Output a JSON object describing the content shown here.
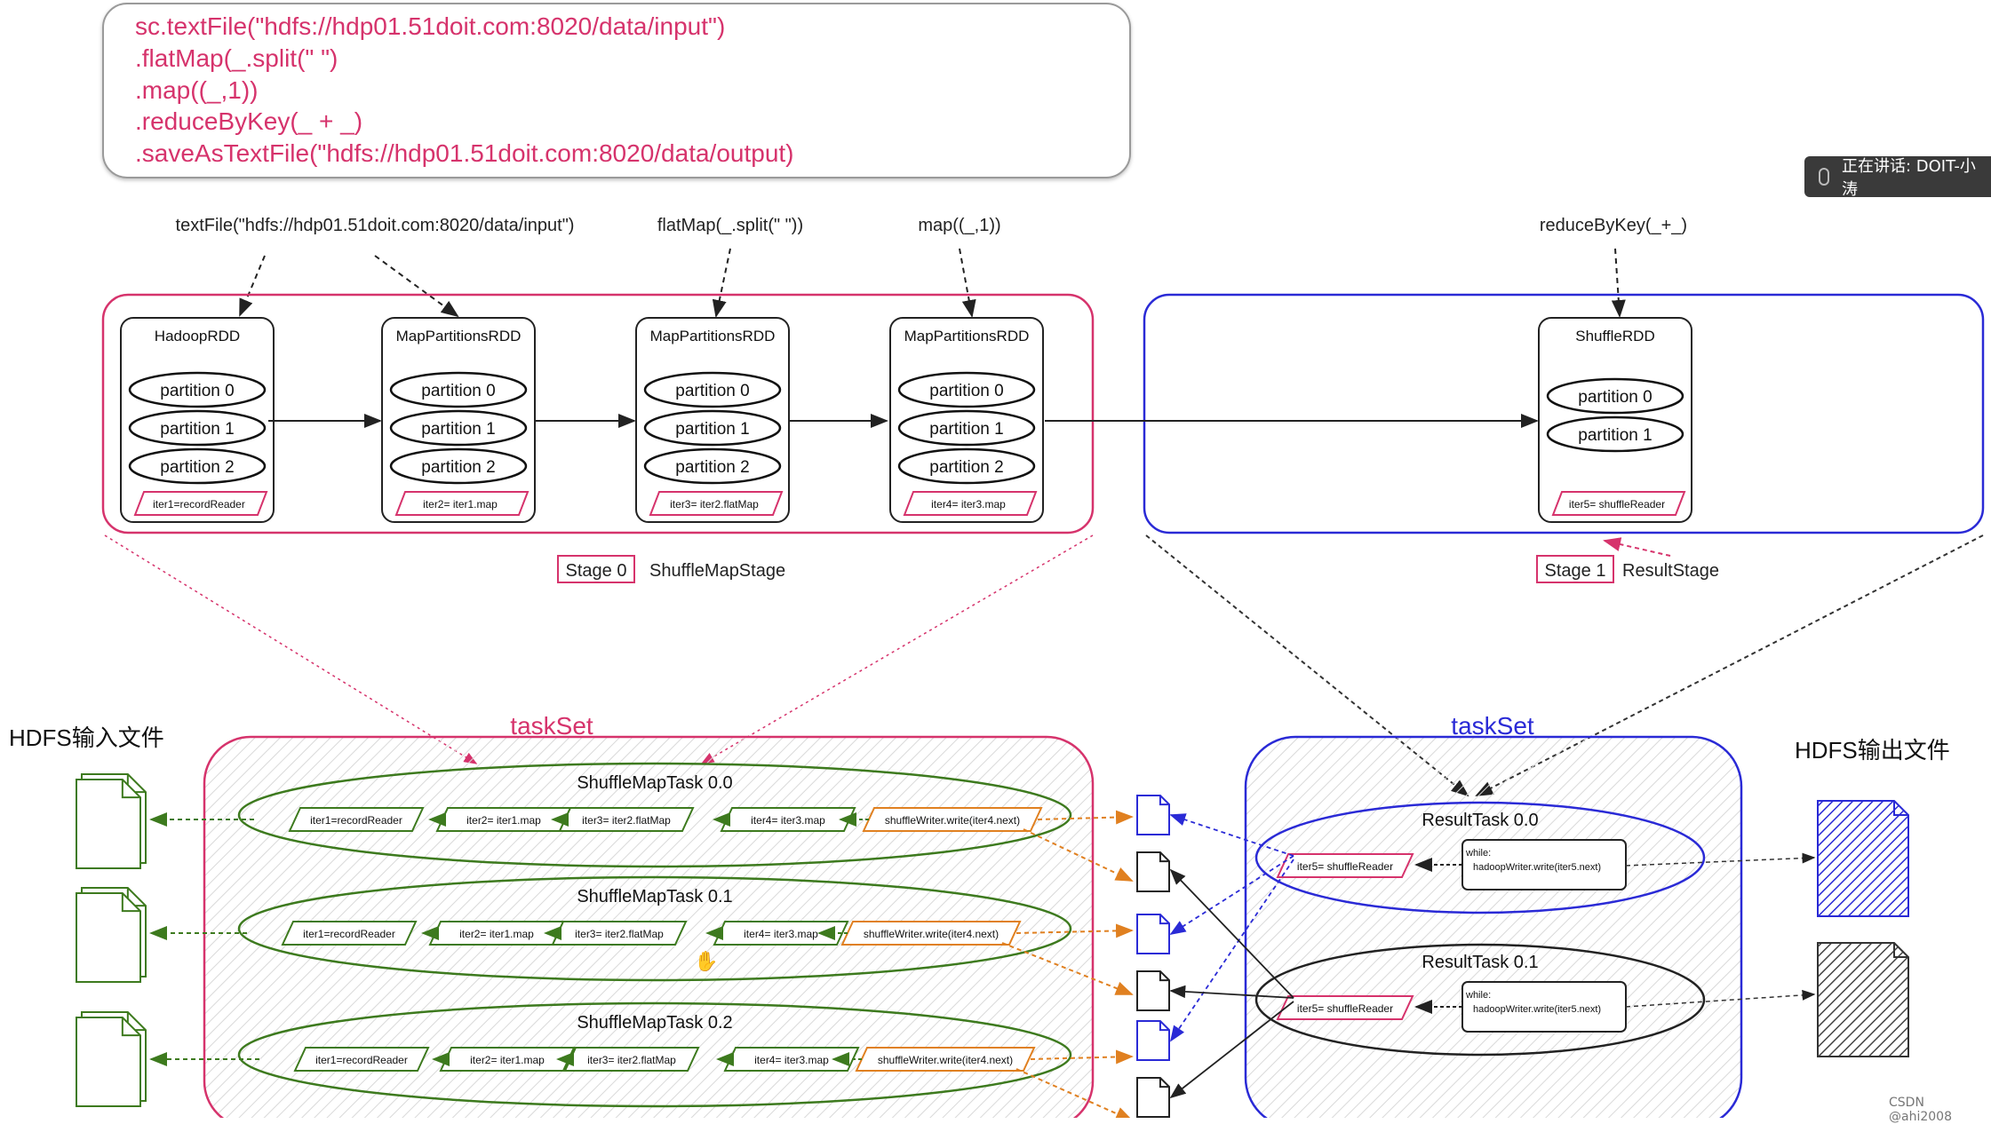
{
  "code": {
    "lines": [
      "sc.textFile(\"hdfs://hdp01.51doit.com:8020/data/input\")",
      ".flatMap(_.split(\" \")",
      ".map((_,1))",
      ".reduceByKey(_ + _)",
      ".saveAsTextFile(\"hdfs://hdp01.51doit.com:8020/data/output)"
    ]
  },
  "speaker": {
    "text": "正在讲话: DOIT-小涛"
  },
  "ops": {
    "textFile": "textFile(\"hdfs://hdp01.51doit.com:8020/data/input\")",
    "flatMap": "flatMap(_.split(\" \"))",
    "map": "map((_,1))",
    "reduceByKey": "reduceByKey(_+_)"
  },
  "rdds": [
    {
      "name": "HadoopRDD",
      "partitions": [
        "partition 0",
        "partition 1",
        "partition 2"
      ],
      "iter": "iter1=recordReader"
    },
    {
      "name": "MapPartitionsRDD",
      "partitions": [
        "partition 0",
        "partition 1",
        "partition 2"
      ],
      "iter": "iter2= iter1.map"
    },
    {
      "name": "MapPartitionsRDD",
      "partitions": [
        "partition 0",
        "partition 1",
        "partition 2"
      ],
      "iter": "iter3= iter2.flatMap"
    },
    {
      "name": "MapPartitionsRDD",
      "partitions": [
        "partition 0",
        "partition 1",
        "partition 2"
      ],
      "iter": "iter4= iter3.map"
    }
  ],
  "shuffle_rdd": {
    "name": "ShuffleRDD",
    "partitions": [
      "partition 0",
      "partition 1"
    ],
    "iter": "iter5= shuffleReader"
  },
  "stage0": {
    "badge": "Stage 0",
    "label": "ShuffleMapStage"
  },
  "stage1": {
    "badge": "Stage 1",
    "label": "ResultStage"
  },
  "taskset_left": "taskSet",
  "taskset_right": "taskSet",
  "hdfs_input": "HDFS输入文件",
  "hdfs_output": "HDFS输出文件",
  "map_tasks": [
    {
      "title": "ShuffleMapTask 0.0",
      "steps": [
        "iter1=recordReader",
        "iter2= iter1.map",
        "iter3= iter2.flatMap",
        "iter4= iter3.map"
      ],
      "writer": "shuffleWriter.write(iter4.next)"
    },
    {
      "title": "ShuffleMapTask 0.1",
      "steps": [
        "iter1=recordReader",
        "iter2= iter1.map",
        "iter3= iter2.flatMap",
        "iter4= iter3.map"
      ],
      "writer": "shuffleWriter.write(iter4.next)"
    },
    {
      "title": "ShuffleMapTask 0.2",
      "steps": [
        "iter1=recordReader",
        "iter2= iter1.map",
        "iter3= iter2.flatMap",
        "iter4= iter3.map"
      ],
      "writer": "shuffleWriter.write(iter4.next)"
    }
  ],
  "result_tasks": [
    {
      "title": "ResultTask 0.0",
      "reader": "iter5= shuffleReader",
      "writer_lines": [
        "while:",
        "hadoopWriter.write(iter5.next)"
      ]
    },
    {
      "title": "ResultTask 0.1",
      "reader": "iter5= shuffleReader",
      "writer_lines": [
        "while:",
        "hadoopWriter.write(iter5.next)"
      ]
    }
  ],
  "watermark": "CSDN @ahi2008",
  "colors": {
    "pink": "#d6336c",
    "blue": "#2a2ad6",
    "green": "#3d7a1e",
    "orange": "#e08020",
    "gray": "#444444"
  }
}
